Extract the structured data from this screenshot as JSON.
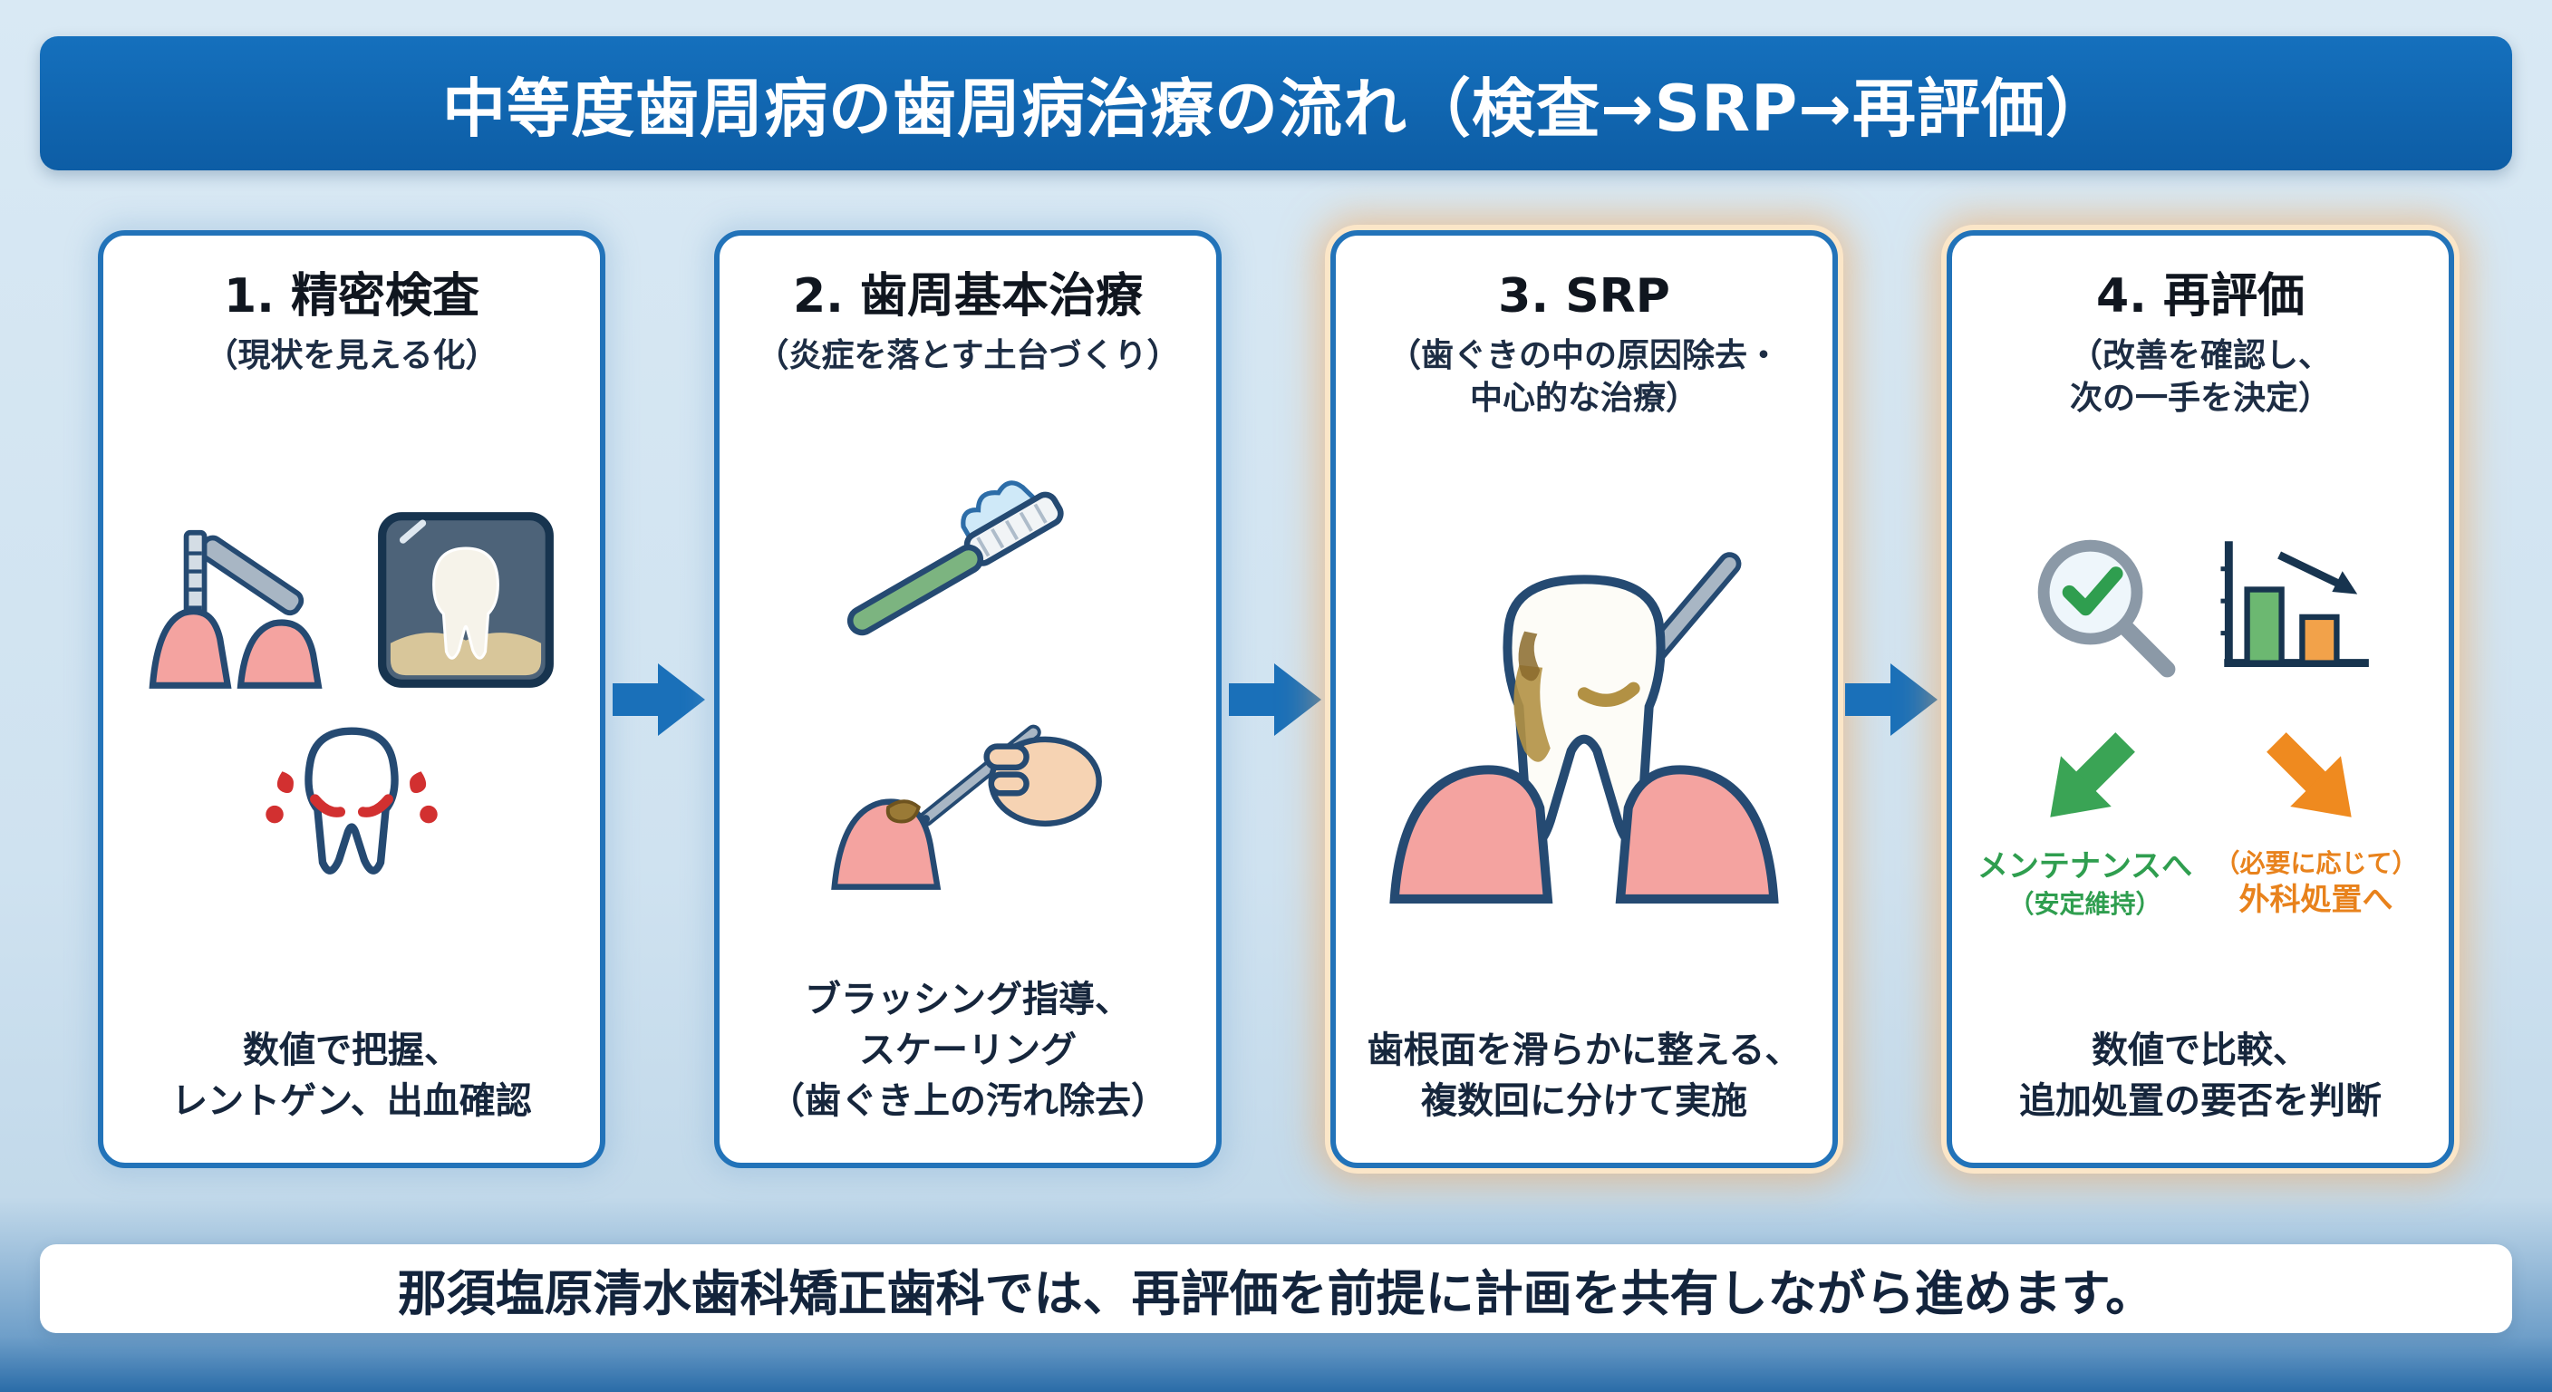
{
  "header": {
    "title": "中等度歯周病の歯周病治療の流れ（検査→SRP→再評価）"
  },
  "steps": [
    {
      "title": "1. 精密検査",
      "subtitle": "（現状を見える化）",
      "description": "数値で把握、\nレントゲン、出血確認"
    },
    {
      "title": "2. 歯周基本治療",
      "subtitle": "（炎症を落とす土台づくり）",
      "description": "ブラッシング指導、\nスケーリング\n（歯ぐき上の汚れ除去）"
    },
    {
      "title": "3. SRP",
      "subtitle": "（歯ぐきの中の原因除去・\n中心的な治療）",
      "description": "歯根面を滑らかに整える、\n複数回に分けて実施"
    },
    {
      "title": "4. 再評価",
      "subtitle": "（改善を確認し、\n次の一手を決定）",
      "description": "数値で比較、\n追加処置の要否を判断",
      "outcomes": {
        "maintenance_label": "メンテナンスへ",
        "maintenance_note": "（安定維持）",
        "surgery_note": "（必要に応じて）",
        "surgery_label": "外科処置へ"
      }
    }
  ],
  "footer": {
    "text": "那須塩原清水歯科矯正歯科では、再評価を前提に計画を共有しながら進めます。"
  },
  "colors": {
    "header_bg": "#0f62a9",
    "card_border": "#2273b9",
    "flow_arrow_blue": "#1a70b9",
    "highlight_glow_orange": "#f3a75c",
    "gum_pink": "#f4a3a0",
    "outline_navy": "#254a72",
    "maintenance_green": "#2f9e4f",
    "surgery_orange": "#e8821c"
  },
  "icons": {
    "step1": [
      "perio-probe-icon",
      "xray-icon",
      "bleeding-tooth-icon"
    ],
    "step2": [
      "toothbrush-icon",
      "scaler-hand-icon"
    ],
    "step3": [
      "srp-tooth-icon"
    ],
    "step4": [
      "magnifier-check-icon",
      "trend-chart-icon",
      "maintenance-arrow-icon",
      "surgery-arrow-icon"
    ],
    "flow": "flow-arrow-icon"
  }
}
